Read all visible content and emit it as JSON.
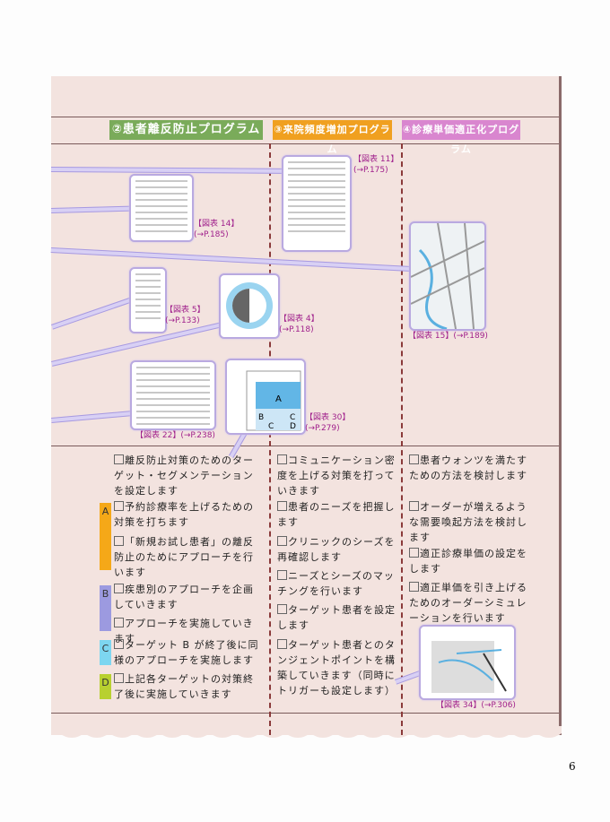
{
  "headers": [
    {
      "label": "②患者離反防止プログラム",
      "color": "#7aab5a"
    },
    {
      "label": "③来院頻度増加プログラム",
      "color": "#f0a020"
    },
    {
      "label": "④診療単価適正化プログラム",
      "color": "#d986cf"
    }
  ],
  "figures": {
    "fig14": "【図表 14】(→P.185)",
    "fig11": "【図表 11】(→P.175)",
    "fig15": "【図表 15】(→P.189)",
    "fig5": "【図表 5】(→P.133)",
    "fig4": "【図表 4】(→P.118)",
    "fig22": "【図表 22】(→P.238)",
    "fig30": "【図表 30】(→P.279)",
    "fig34": "【図表 34】(→P.306)"
  },
  "badges": [
    {
      "letter": "A",
      "color": "#f5a818"
    },
    {
      "letter": "B",
      "color": "#9c9ae0"
    },
    {
      "letter": "C",
      "color": "#7dd6f0"
    },
    {
      "letter": "D",
      "color": "#b8d030"
    }
  ],
  "col2": [
    "離反防止対策のためのターゲット・セグメンテーションを設定します",
    "予約診療率を上げるための対策を打ちます",
    "「新規お試し患者」の離反防止のためにアプローチを行います",
    "疾患別のアプローチを企画していきます",
    "アプローチを実施していきます",
    "ターゲット B が終了後に同様のアプローチを実施します",
    "上記各ターゲットの対策終了後に実施していきます"
  ],
  "col3": [
    "コミュニケーション密度を上げる対策を打っていきます",
    "患者のニーズを把握します",
    "クリニックのシーズを再確認します",
    "ニーズとシーズのマッチングを行います",
    "ターゲット患者を設定します",
    "ターゲット患者とのタンジェントポイントを構築していきます（同時にトリガーも設定します）"
  ],
  "col4": [
    "患者ウォンツを満たすための方法を検討します",
    "オーダーが増えるような需要喚起方法を検討します",
    "適正診療単価の設定をします",
    "適正単価を引き上げるためのオーダーシミュレーションを行います"
  ],
  "page_number": "6"
}
